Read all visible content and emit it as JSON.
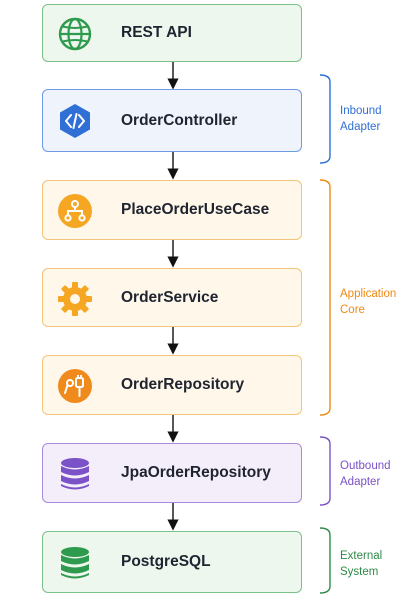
{
  "nodes": [
    {
      "label": "REST API",
      "icon": "globe-icon"
    },
    {
      "label": "OrderController",
      "icon": "code-icon"
    },
    {
      "label": "PlaceOrderUseCase",
      "icon": "hierarchy-icon"
    },
    {
      "label": "OrderService",
      "icon": "gear-icon"
    },
    {
      "label": "OrderRepository",
      "icon": "plug-icon"
    },
    {
      "label": "JpaOrderRepository",
      "icon": "database-icon"
    },
    {
      "label": "PostgreSQL",
      "icon": "database-icon"
    }
  ],
  "groups": {
    "inbound": {
      "line1": "Inbound",
      "line2": "Adapter",
      "color": "#2f6fd6"
    },
    "core": {
      "line1": "Application",
      "line2": "Core",
      "color": "#ef8a12"
    },
    "outbound": {
      "line1": "Outbound",
      "line2": "Adapter",
      "color": "#7b52c7"
    },
    "external": {
      "line1": "External",
      "line2": "System",
      "color": "#2e8a48"
    }
  },
  "colors": {
    "green": "#2e9a4e",
    "blue": "#2f6fd6",
    "orange": "#f5a623",
    "purple": "#7b52c7"
  }
}
